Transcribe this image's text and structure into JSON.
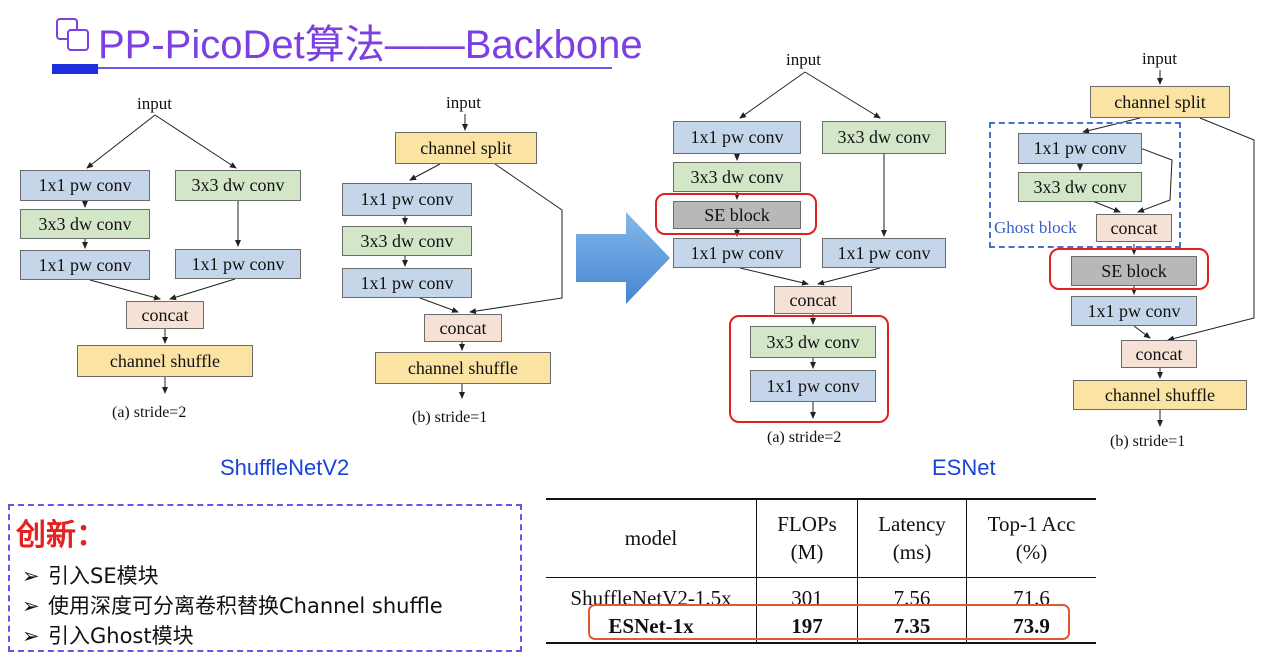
{
  "title": "PP-PicoDet算法——Backbone",
  "shufflenet": {
    "name": "ShuffleNetV2",
    "a": {
      "input": "input",
      "left": [
        "1x1 pw conv",
        "3x3 dw conv",
        "1x1 pw conv"
      ],
      "right": [
        "3x3 dw conv",
        "1x1 pw conv"
      ],
      "concat": "concat",
      "shuffle": "channel shuffle",
      "caption": "(a) stride=2"
    },
    "b": {
      "input": "input",
      "split": "channel split",
      "left": [
        "1x1 pw conv",
        "3x3 dw conv",
        "1x1 pw conv"
      ],
      "concat": "concat",
      "shuffle": "channel shuffle",
      "caption": "(b) stride=1"
    }
  },
  "esnet": {
    "name": "ESNet",
    "a": {
      "input": "input",
      "left": [
        "1x1 pw conv",
        "3x3 dw conv",
        "SE block",
        "1x1 pw conv"
      ],
      "right": [
        "3x3 dw conv",
        "1x1 pw conv"
      ],
      "concat": "concat",
      "after": [
        "3x3 dw conv",
        "1x1 pw conv"
      ],
      "caption": "(a) stride=2"
    },
    "b": {
      "input": "input",
      "split": "channel split",
      "ghost": [
        "1x1 pw conv",
        "3x3 dw conv"
      ],
      "ghost_concat": "concat",
      "ghost_label": "Ghost block",
      "se": "SE block",
      "pw": "1x1 pw conv",
      "concat": "concat",
      "shuffle": "channel shuffle",
      "caption": "(b) stride=1"
    }
  },
  "innovation": {
    "title": "创新：",
    "bullet": "➢",
    "items": [
      "引入SE模块",
      "使用深度可分离卷积替换Channel shuffle",
      "引入Ghost模块"
    ]
  },
  "table": {
    "headers": [
      {
        "top": "model",
        "bottom": ""
      },
      {
        "top": "FLOPs",
        "bottom": "(M)"
      },
      {
        "top": "Latency",
        "bottom": "(ms)"
      },
      {
        "top": "Top-1 Acc",
        "bottom": "(%)"
      }
    ],
    "rows": [
      {
        "model": "ShuffleNetV2-1.5x",
        "flops": "301",
        "latency": "7.56",
        "acc": "71.6",
        "bold": false
      },
      {
        "model": "ESNet-1x",
        "flops": "197",
        "latency": "7.35",
        "acc": "73.9",
        "bold": true
      }
    ]
  },
  "colors": {
    "title": "#7b3fe4",
    "highlight_red": "#e02020",
    "net_name": "#1a44d6",
    "arrow_blue": "#4a90d9",
    "ghost_dash": "#4a6fc9"
  }
}
